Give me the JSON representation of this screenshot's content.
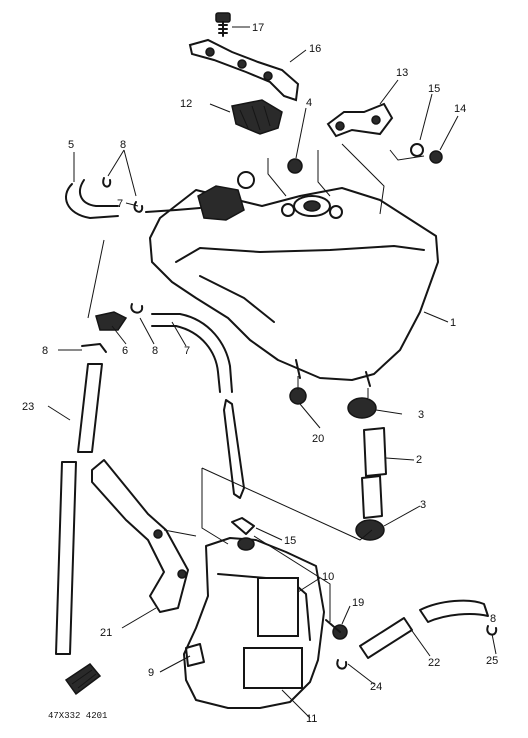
{
  "callouts": {
    "c1": "1",
    "c2": "2",
    "c3a": "3",
    "c3b": "3",
    "c4": "4",
    "c5": "5",
    "c6": "6",
    "c7a": "7",
    "c7b": "7",
    "c8a": "8",
    "c8b": "8",
    "c8c": "8",
    "c8d": "8",
    "c9": "9",
    "c10": "10",
    "c11": "11",
    "c12": "12",
    "c13": "13",
    "c14": "14",
    "c15a": "15",
    "c15b": "15",
    "c16": "16",
    "c17": "17",
    "c19": "19",
    "c20": "20",
    "c21": "21",
    "c22": "22",
    "c23": "23",
    "c24": "24",
    "c25": "25"
  },
  "drawing_code": "47X332 4201"
}
